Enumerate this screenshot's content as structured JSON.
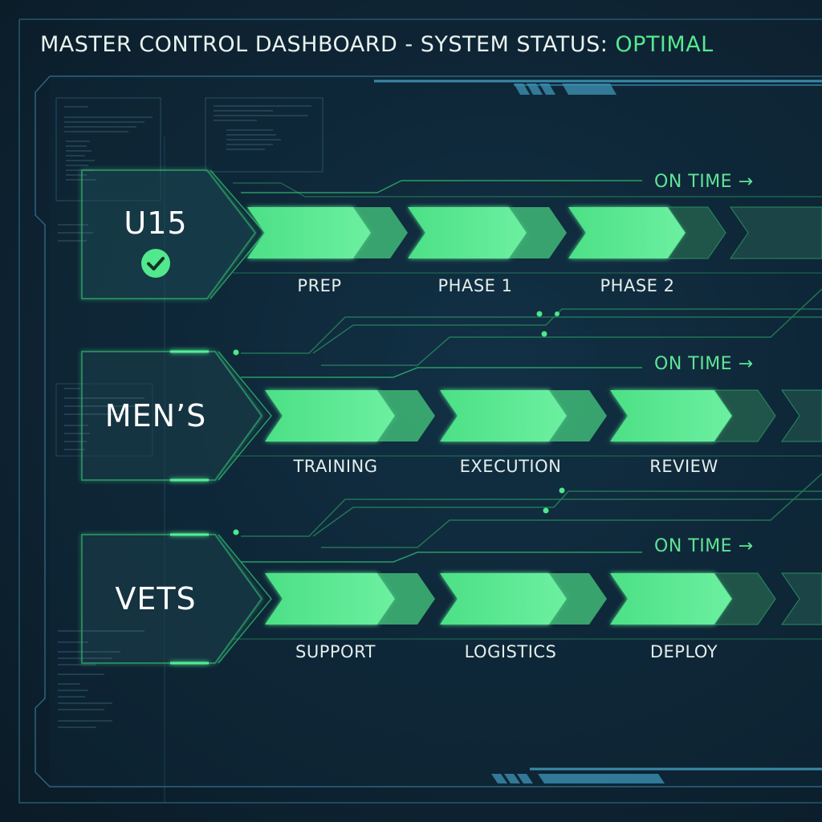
{
  "header": {
    "title": "MASTER CONTROL DASHBOARD - SYSTEM STATUS: ",
    "status": "OPTIMAL"
  },
  "colors": {
    "background": "#0d1f2c",
    "accent_green": "#56e88e",
    "frame_blue": "#2e6a86",
    "text": "#e9f3f0"
  },
  "rows": [
    {
      "team": "U15",
      "completed": true,
      "status": "ON TIME →",
      "stages": [
        "PREP",
        "PHASE 1",
        "PHASE 2"
      ]
    },
    {
      "team": "MEN’S",
      "completed": false,
      "status": "ON TIME →",
      "stages": [
        "TRAINING",
        "EXECUTION",
        "REVIEW"
      ]
    },
    {
      "team": "VETS",
      "completed": false,
      "status": "ON TIME →",
      "stages": [
        "SUPPORT",
        "LOGISTICS",
        "DEPLOY"
      ]
    }
  ]
}
